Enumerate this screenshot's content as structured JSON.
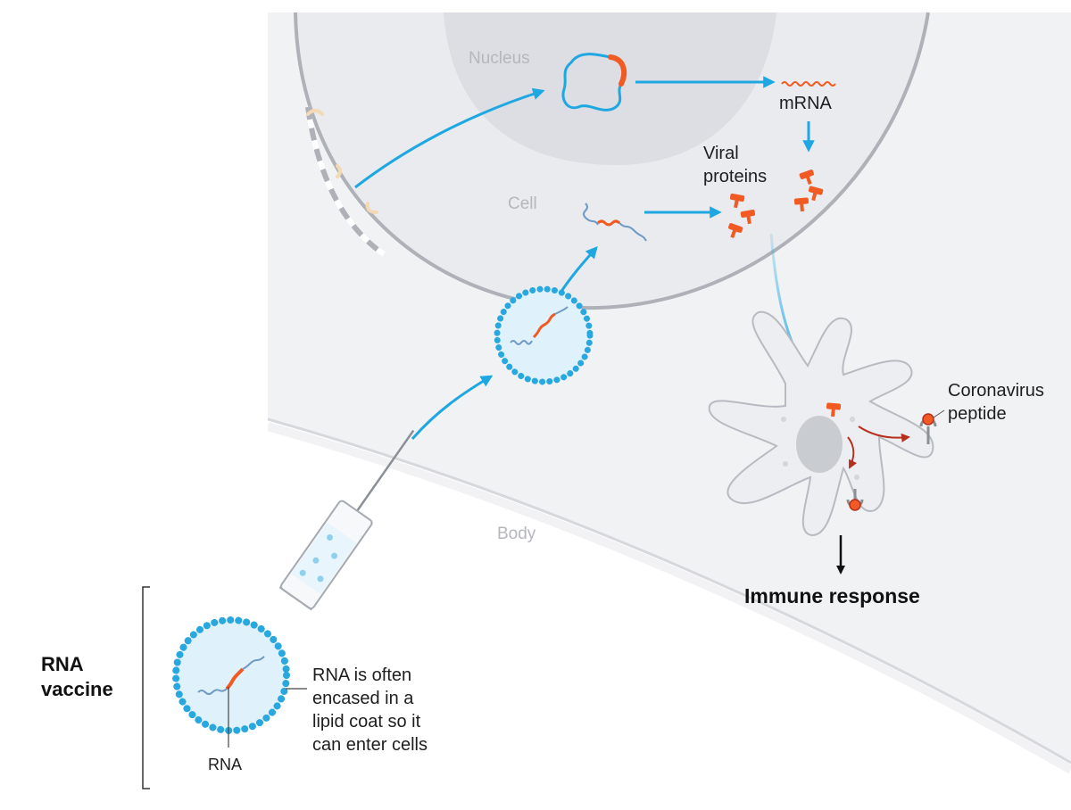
{
  "labels": {
    "nucleus": "Nucleus",
    "cell": "Cell",
    "body": "Body",
    "mrna": "mRNA",
    "viral_proteins_1": "Viral",
    "viral_proteins_2": "proteins",
    "coronavirus_peptide_1": "Coronavirus",
    "coronavirus_peptide_2": "peptide",
    "immune_response": "Immune response",
    "rna_vaccine_1": "RNA",
    "rna_vaccine_2": "vaccine",
    "rna": "RNA",
    "lipid_note": [
      "RNA is often",
      "encased in a",
      "lipid coat so it",
      "can enter cells"
    ]
  },
  "icons": [
    "syringe-icon",
    "lipid-nanoparticle-icon",
    "rna-strand-icon",
    "dna-plasmid-icon",
    "viral-protein-icon",
    "dendritic-cell-icon",
    "arrow-icon"
  ],
  "colors": {
    "arrow_blue": "#1ea7e1",
    "rna_orange": "#f15a22",
    "rna_blue": "#6f9ac4",
    "lipid_blue": "#29a8e0",
    "lipid_fill": "#dff2fb",
    "cell_fill": "#eef0f3",
    "nucleus_fill": "#dcdee3",
    "label_gray": "#b5b7bd"
  }
}
